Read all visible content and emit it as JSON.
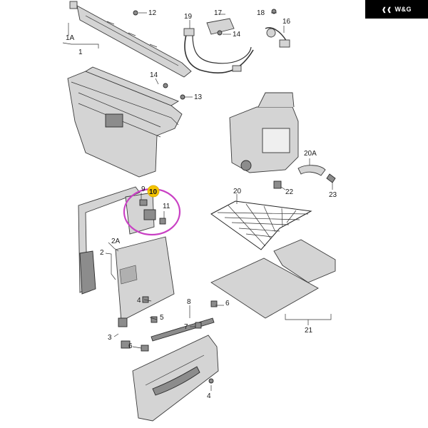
{
  "logo": {
    "text": "W&G"
  },
  "colors": {
    "highlight_circle": "#c940c4",
    "highlight_dot": "#f5c400",
    "line": "#333333",
    "part_fill": "#d4d4d4"
  },
  "callouts": {
    "c1": "1",
    "c1A": "1A",
    "c2": "2",
    "c2A": "2A",
    "c3": "3",
    "c4": "4",
    "c5": "5",
    "c6a": "6",
    "c6b": "6",
    "c7": "7",
    "c8": "8",
    "c9": "9",
    "c10": "10",
    "c11": "11",
    "c12": "12",
    "c13": "13",
    "c14a": "14",
    "c14b": "14",
    "c16": "16",
    "c17": "17",
    "c18": "18",
    "c19": "19",
    "c20": "20",
    "c20A": "20A",
    "c21": "21",
    "c22": "22",
    "c23": "23"
  }
}
